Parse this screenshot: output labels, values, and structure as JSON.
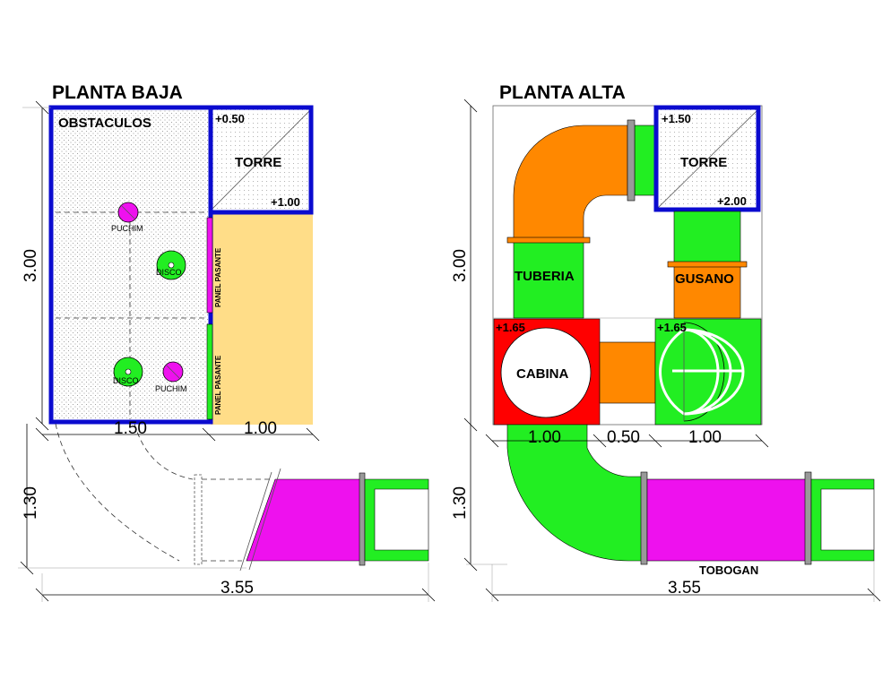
{
  "titles": {
    "ground": "PLANTA BAJA",
    "upper": "PLANTA ALTA"
  },
  "ground_floor": {
    "obstacles_label": "OBSTACULOS",
    "tower_label": "TORRE",
    "tower_level_top": "+0.50",
    "tower_level_bottom": "+1.00",
    "puchim_label_1": "PUCHIM",
    "puchim_label_2": "PUCHIM",
    "disco_label_1": "DISCO",
    "disco_label_2": "DISCO",
    "panel_label_1": "PANEL PASANTE",
    "panel_label_2": "PANEL PASANTE",
    "dims": {
      "height": "3.00",
      "width_left": "1.50",
      "width_right": "1.00",
      "bottom_height": "1.30",
      "total_width": "3.55"
    }
  },
  "upper_floor": {
    "tower_label": "TORRE",
    "tower_level_top": "+1.50",
    "tower_level_bottom": "+2.00",
    "pipe_label": "TUBERIA",
    "worm_label": "GUSANO",
    "cabin_label": "CABINA",
    "cabin_level": "+1.65",
    "dome_level": "+1.65",
    "slide_label": "TOBOGAN",
    "dims": {
      "height": "3.00",
      "w1": "1.00",
      "w2": "0.50",
      "w3": "1.00",
      "bottom_height": "1.30",
      "total_width": "3.55"
    }
  },
  "colors": {
    "wall_blue": "#0b0bcf",
    "green": "#22ee22",
    "magenta": "#ee11ee",
    "orange": "#ff8800",
    "red": "#ff0000",
    "sand": "#ffdd88"
  }
}
